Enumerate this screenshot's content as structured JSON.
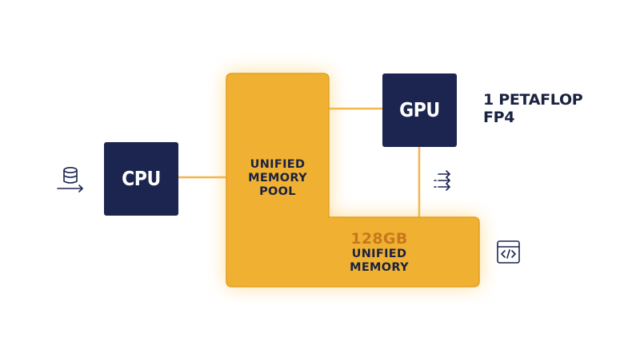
{
  "colors": {
    "chip": "#1b2550",
    "memory": "#f0b133",
    "memory_edge": "#e19f22",
    "glow": "#ffd98a",
    "capacity": "#c7781a",
    "text_dark": "#1a2240"
  },
  "nodes": {
    "cpu": {
      "label": "CPU"
    },
    "gpu": {
      "label": "GPU"
    },
    "pool": {
      "lines": [
        "UNIFIED",
        "MEMORY",
        "POOL"
      ]
    },
    "memory": {
      "capacity": "128GB",
      "lines": [
        "UNIFIED",
        "MEMORY"
      ]
    }
  },
  "annotations": {
    "gpu_spec": [
      "1 PETAFLOP",
      "FP4"
    ]
  },
  "icons": {
    "left": "database-input-icon",
    "right_stream": "data-stream-icon",
    "right_code": "code-window-icon"
  }
}
